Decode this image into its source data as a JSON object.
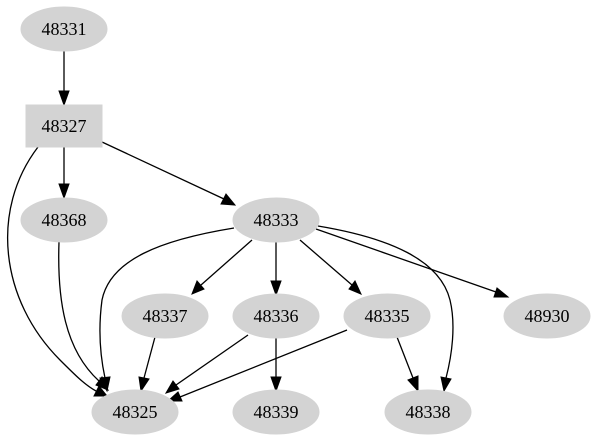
{
  "graph": {
    "nodes": [
      {
        "id": "48331",
        "label": "48331",
        "shape": "ellipse"
      },
      {
        "id": "48327",
        "label": "48327",
        "shape": "box"
      },
      {
        "id": "48368",
        "label": "48368",
        "shape": "ellipse"
      },
      {
        "id": "48333",
        "label": "48333",
        "shape": "ellipse"
      },
      {
        "id": "48337",
        "label": "48337",
        "shape": "ellipse"
      },
      {
        "id": "48336",
        "label": "48336",
        "shape": "ellipse"
      },
      {
        "id": "48335",
        "label": "48335",
        "shape": "ellipse"
      },
      {
        "id": "48930",
        "label": "48930",
        "shape": "ellipse"
      },
      {
        "id": "48325",
        "label": "48325",
        "shape": "ellipse"
      },
      {
        "id": "48339",
        "label": "48339",
        "shape": "ellipse"
      },
      {
        "id": "48338",
        "label": "48338",
        "shape": "ellipse"
      }
    ],
    "edges": [
      {
        "from": "48331",
        "to": "48327"
      },
      {
        "from": "48327",
        "to": "48368"
      },
      {
        "from": "48327",
        "to": "48333"
      },
      {
        "from": "48327",
        "to": "48325"
      },
      {
        "from": "48368",
        "to": "48325"
      },
      {
        "from": "48333",
        "to": "48325"
      },
      {
        "from": "48333",
        "to": "48337"
      },
      {
        "from": "48333",
        "to": "48336"
      },
      {
        "from": "48333",
        "to": "48335"
      },
      {
        "from": "48333",
        "to": "48930"
      },
      {
        "from": "48333",
        "to": "48338"
      },
      {
        "from": "48337",
        "to": "48325"
      },
      {
        "from": "48336",
        "to": "48325"
      },
      {
        "from": "48336",
        "to": "48339"
      },
      {
        "from": "48335",
        "to": "48325"
      },
      {
        "from": "48335",
        "to": "48338"
      }
    ],
    "colors": {
      "node_fill": "#d3d3d3",
      "edge": "#000000",
      "label": "#000000"
    }
  }
}
